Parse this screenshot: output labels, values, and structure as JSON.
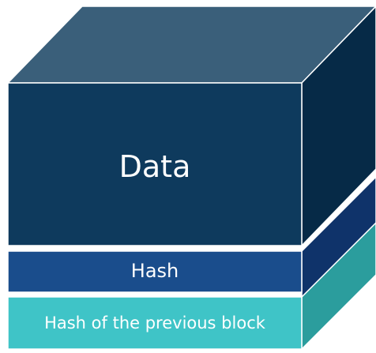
{
  "block": {
    "data_label": "Data",
    "hash_label": "Hash",
    "previous_hash_label": "Hash of the previous block"
  },
  "colors": {
    "data_front": "#0e3a5d",
    "data_top": "#3a5f7a",
    "data_side": "#062a47",
    "hash_front": "#1a4d8c",
    "hash_side": "#0f336a",
    "previous_hash_front": "#3fc4c7",
    "previous_hash_side": "#2b9d9d",
    "edge": "#ffffff"
  }
}
